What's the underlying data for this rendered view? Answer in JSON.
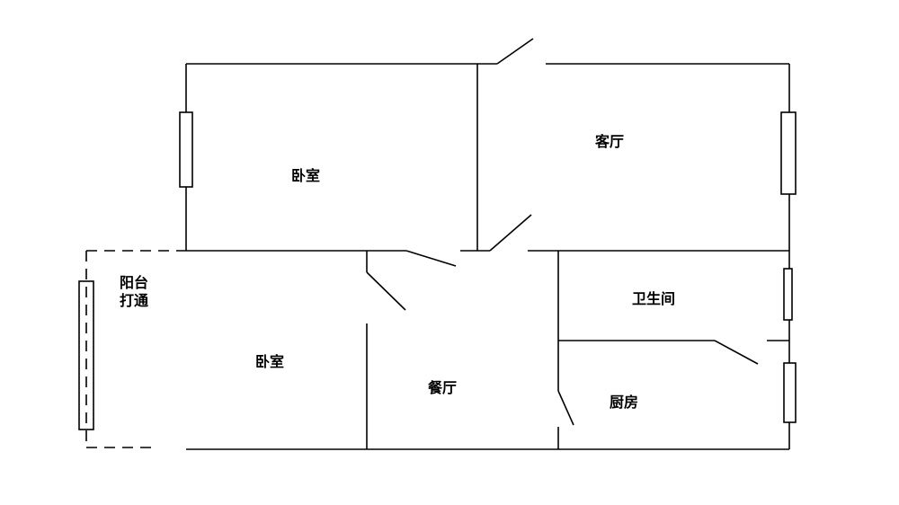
{
  "rooms": {
    "bedroom_top": "卧室",
    "living_room": "客厅",
    "balcony_line1": "阳台",
    "balcony_line2": "打通",
    "bedroom_bottom": "卧室",
    "dining_room": "餐厅",
    "bathroom": "卫生间",
    "kitchen": "厨房"
  },
  "colors": {
    "line": "#000000",
    "background": "#ffffff"
  }
}
